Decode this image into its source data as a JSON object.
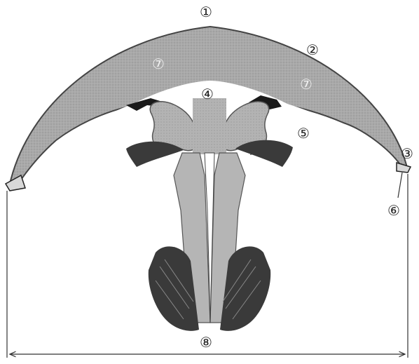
{
  "diagram": {
    "labels": {
      "l1": "①",
      "l2": "②",
      "l3": "③",
      "l4": "④",
      "l5": "⑤",
      "l6": "⑥",
      "l7a": "⑦",
      "l7b": "⑦",
      "l8": "⑧"
    },
    "colors": {
      "bell": "#a9a9a9",
      "bell_outline": "#444444",
      "cavity": "#ffffff",
      "gonad": "#9a9a9a",
      "arm": "#b5b5b5",
      "arm_frill": "#3a3a3a",
      "dark_mark": "#1a1a1a",
      "line": "#333333"
    }
  }
}
